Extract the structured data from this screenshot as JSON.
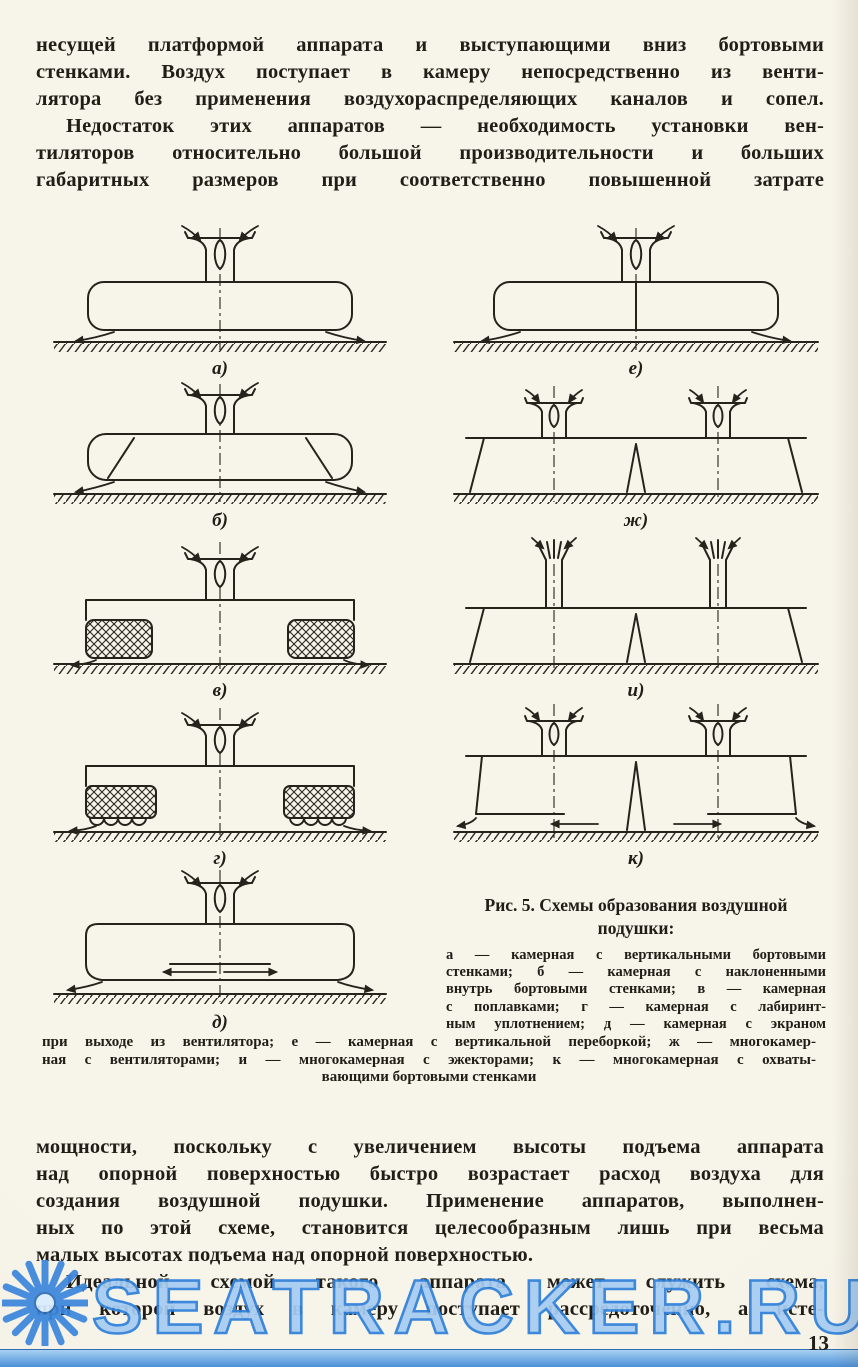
{
  "page": {
    "number": "13"
  },
  "watermark": {
    "text": "SEATRACKER.RU"
  },
  "paragraphs": {
    "top1_lines": [
      "несущей платформой аппарата и выступающими вниз бортовыми",
      "стенками. Воздух поступает в камеру непосредственно из венти-",
      "лятора без применения воздухораспределяющих каналов и сопел."
    ],
    "top2_lines": [
      "Недостаток этих аппаратов — необходимость установки вен-",
      "тиляторов относительно большой производительности и больших",
      "габаритных размеров при соответственно повышенной затрате"
    ],
    "bottom1_lines": [
      "мощности, поскольку с увеличением высоты подъема аппарата",
      "над опорной поверхностью быстро возрастает расход воздуха для",
      "создания воздушной подушки. Применение аппаратов, выполнен-",
      "ных по этой схеме, становится целесообразным лишь при весьма",
      "малых высотах подъема над опорной поверхностью."
    ],
    "bottom2_lines": [
      "Идеальной схемой такого аппарата может служить схема,",
      "при которой воздух в камеру поступает рассредоточенно, а исте-"
    ]
  },
  "figure": {
    "title_lines": [
      "Рис. 5. Схемы образования воздушной",
      "подушки:"
    ],
    "caption_side_lines": [
      "а — камерная с вертикальными бортовыми",
      "стенками; б — камерная с наклоненными",
      "внутрь бортовыми стенками; в — камерная",
      "с поплавками; г — камерная с лабиринт-",
      "ным уплотнением; д — камерная с экраном"
    ],
    "caption_bottom_lines": [
      "при выходе из вентилятора; е — камерная с вертикальной переборкой; ж — многокамер-",
      "ная с вентиляторами; и — многокамерная с эжекторами; к — многокамерная с охваты-",
      "вающими бортовыми стенками"
    ],
    "labels": {
      "a": "а)",
      "b": "б)",
      "v": "в)",
      "g": "г)",
      "d": "д)",
      "e": "е)",
      "zh": "ж)",
      "i": "и)",
      "k": "к)"
    }
  }
}
